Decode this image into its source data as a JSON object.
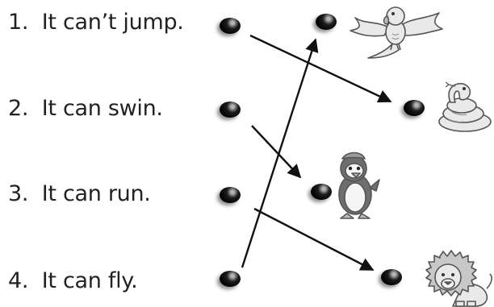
{
  "statements": [
    {
      "number": "1.",
      "text": "It can’t jump."
    },
    {
      "number": "2.",
      "text": "It can swin."
    },
    {
      "number": "3.",
      "text": "It can run."
    },
    {
      "number": "4.",
      "text": "It can fly."
    }
  ],
  "animals": [
    "parrot",
    "snake",
    "penguin",
    "lion"
  ],
  "matches": [
    {
      "statement": 1,
      "animal": "snake"
    },
    {
      "statement": 2,
      "animal": "penguin"
    },
    {
      "statement": 3,
      "animal": "lion"
    },
    {
      "statement": 4,
      "animal": "parrot"
    }
  ],
  "colors": {
    "line": "#111111",
    "animal_fill": "#e9e9e9",
    "animal_stroke": "#555555"
  }
}
